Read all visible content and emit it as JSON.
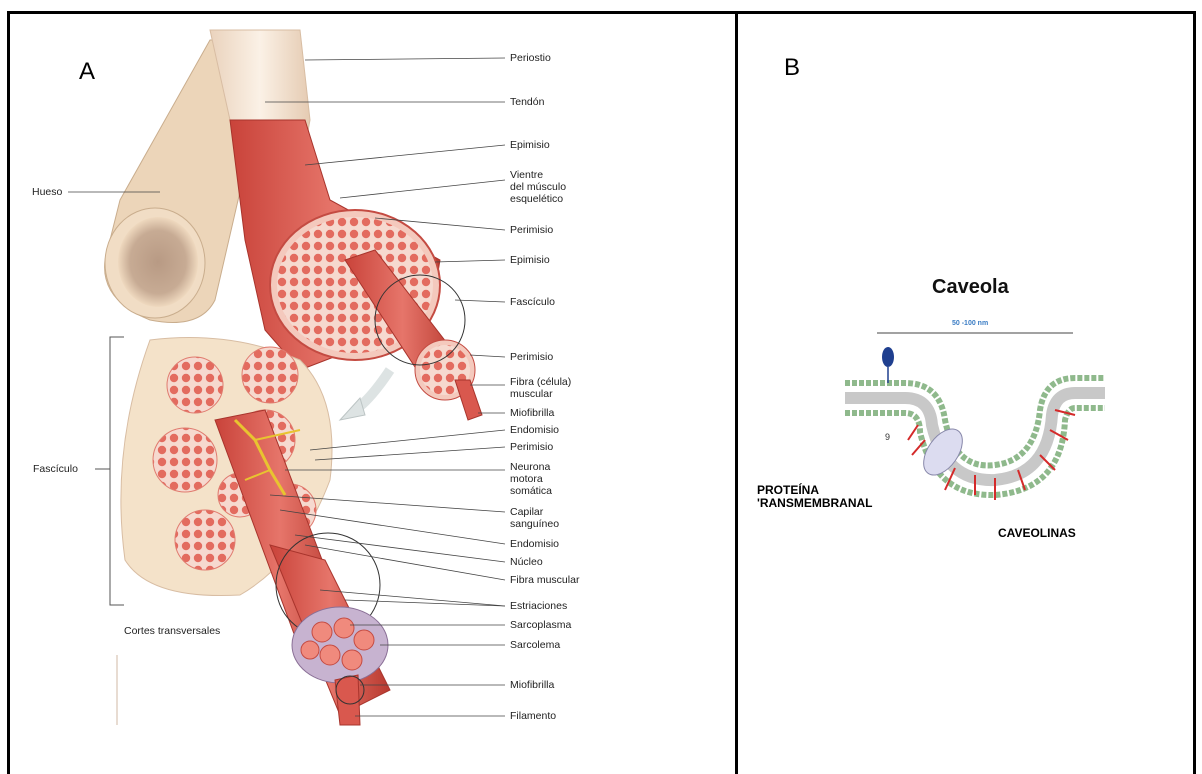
{
  "panel_a": {
    "letter": "A",
    "labels_right": [
      "Periostio",
      "Tendón",
      "Epimisio",
      "Vientre\ndel músculo\nesquelético",
      "Perimisio",
      "Epimisio",
      "Fascículo",
      "Perimisio",
      "Fibra (célula)\nmuscular",
      "Miofibrilla",
      "Endomisio",
      "Perimisio",
      "Neurona\nmotora\nsomática",
      "Capilar\nsanguíneo",
      "Endomisio",
      "Núcleo",
      "Fibra muscular",
      "Estriaciones",
      "Sarcoplasma",
      "Sarcolema",
      "Miofibrilla",
      "Filamento"
    ],
    "label_hueso": "Hueso",
    "label_fasciculo_left": "Fascículo",
    "label_cortes": "Cortes transversales"
  },
  "panel_b": {
    "letter": "B",
    "title": "Caveola",
    "scale": "50 -100 nm",
    "number": "9",
    "protein_label": "PROTEÍNA\n'RANSMEMBRANAL",
    "caveolinas_label": "CAVEOLINAS"
  },
  "colors": {
    "muscle": "#d9584e",
    "muscle_dark": "#b23a33",
    "bone": "#efd9bf",
    "tendon": "#f2e2d2",
    "nerve": "#e8c430",
    "membrane_head": "#9cc79a",
    "protein": "#dcdcf0",
    "glyco": "#1f3f8f",
    "caveolin": "#d42a2a",
    "scale_bar": "#3a7cc4"
  }
}
